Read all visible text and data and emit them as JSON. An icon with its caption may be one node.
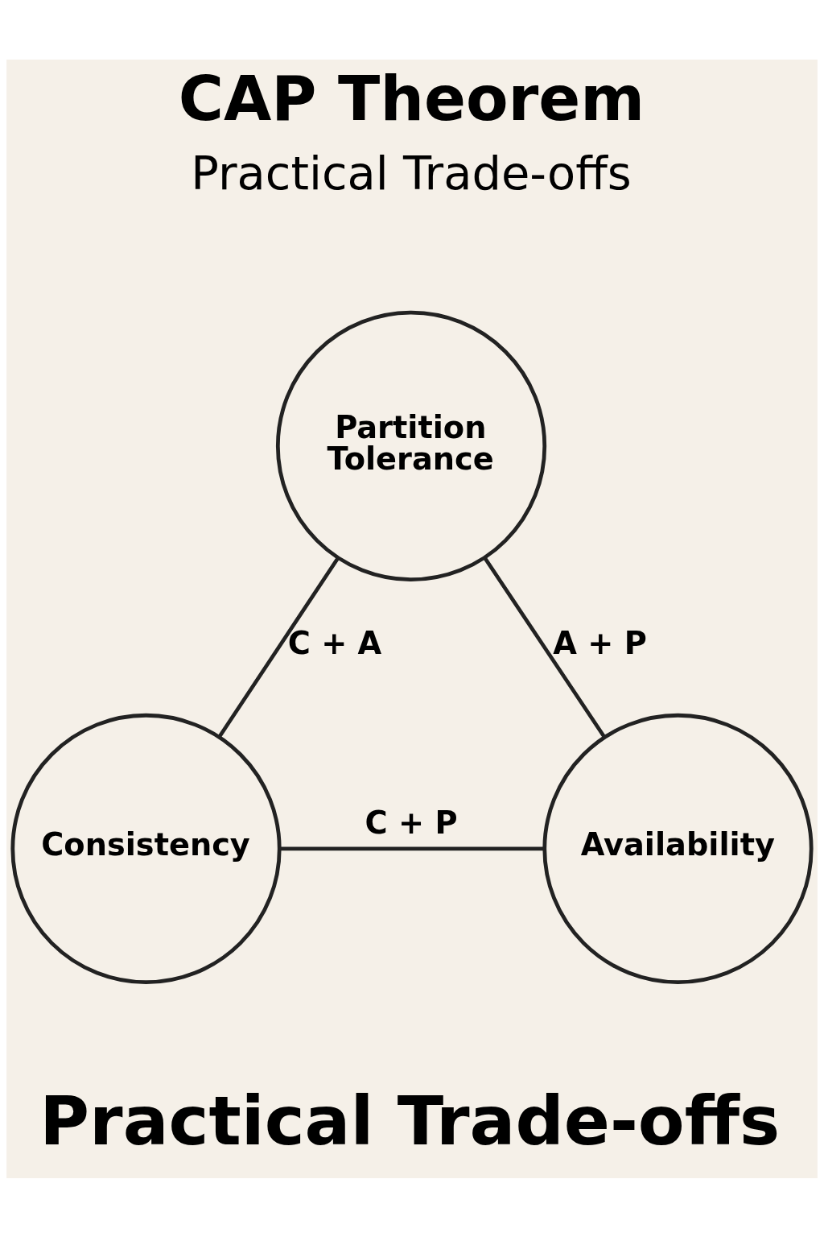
{
  "diagram": {
    "title": "CAP Theorem",
    "nodes": [
      {
        "text": [
          "Partition Tolerance"
        ]
      },
      {
        "text": [
          "Consistency"
        ]
      },
      {
        "text": [
          "Availability"
        ]
      }
    ],
    "edges": [
      {
        "from": 1,
        "to": 0,
        "label": "C + A",
        "arrow": "none"
      },
      {
        "from": 0,
        "to": 2,
        "label": "A + P",
        "arrow": "none"
      },
      {
        "from": 1,
        "to": 2,
        "label": "C + P",
        "arrow": "none"
      }
    ],
    "labels": [
      "Practical Trade-offs",
      "Practical Trade-offs"
    ]
  }
}
